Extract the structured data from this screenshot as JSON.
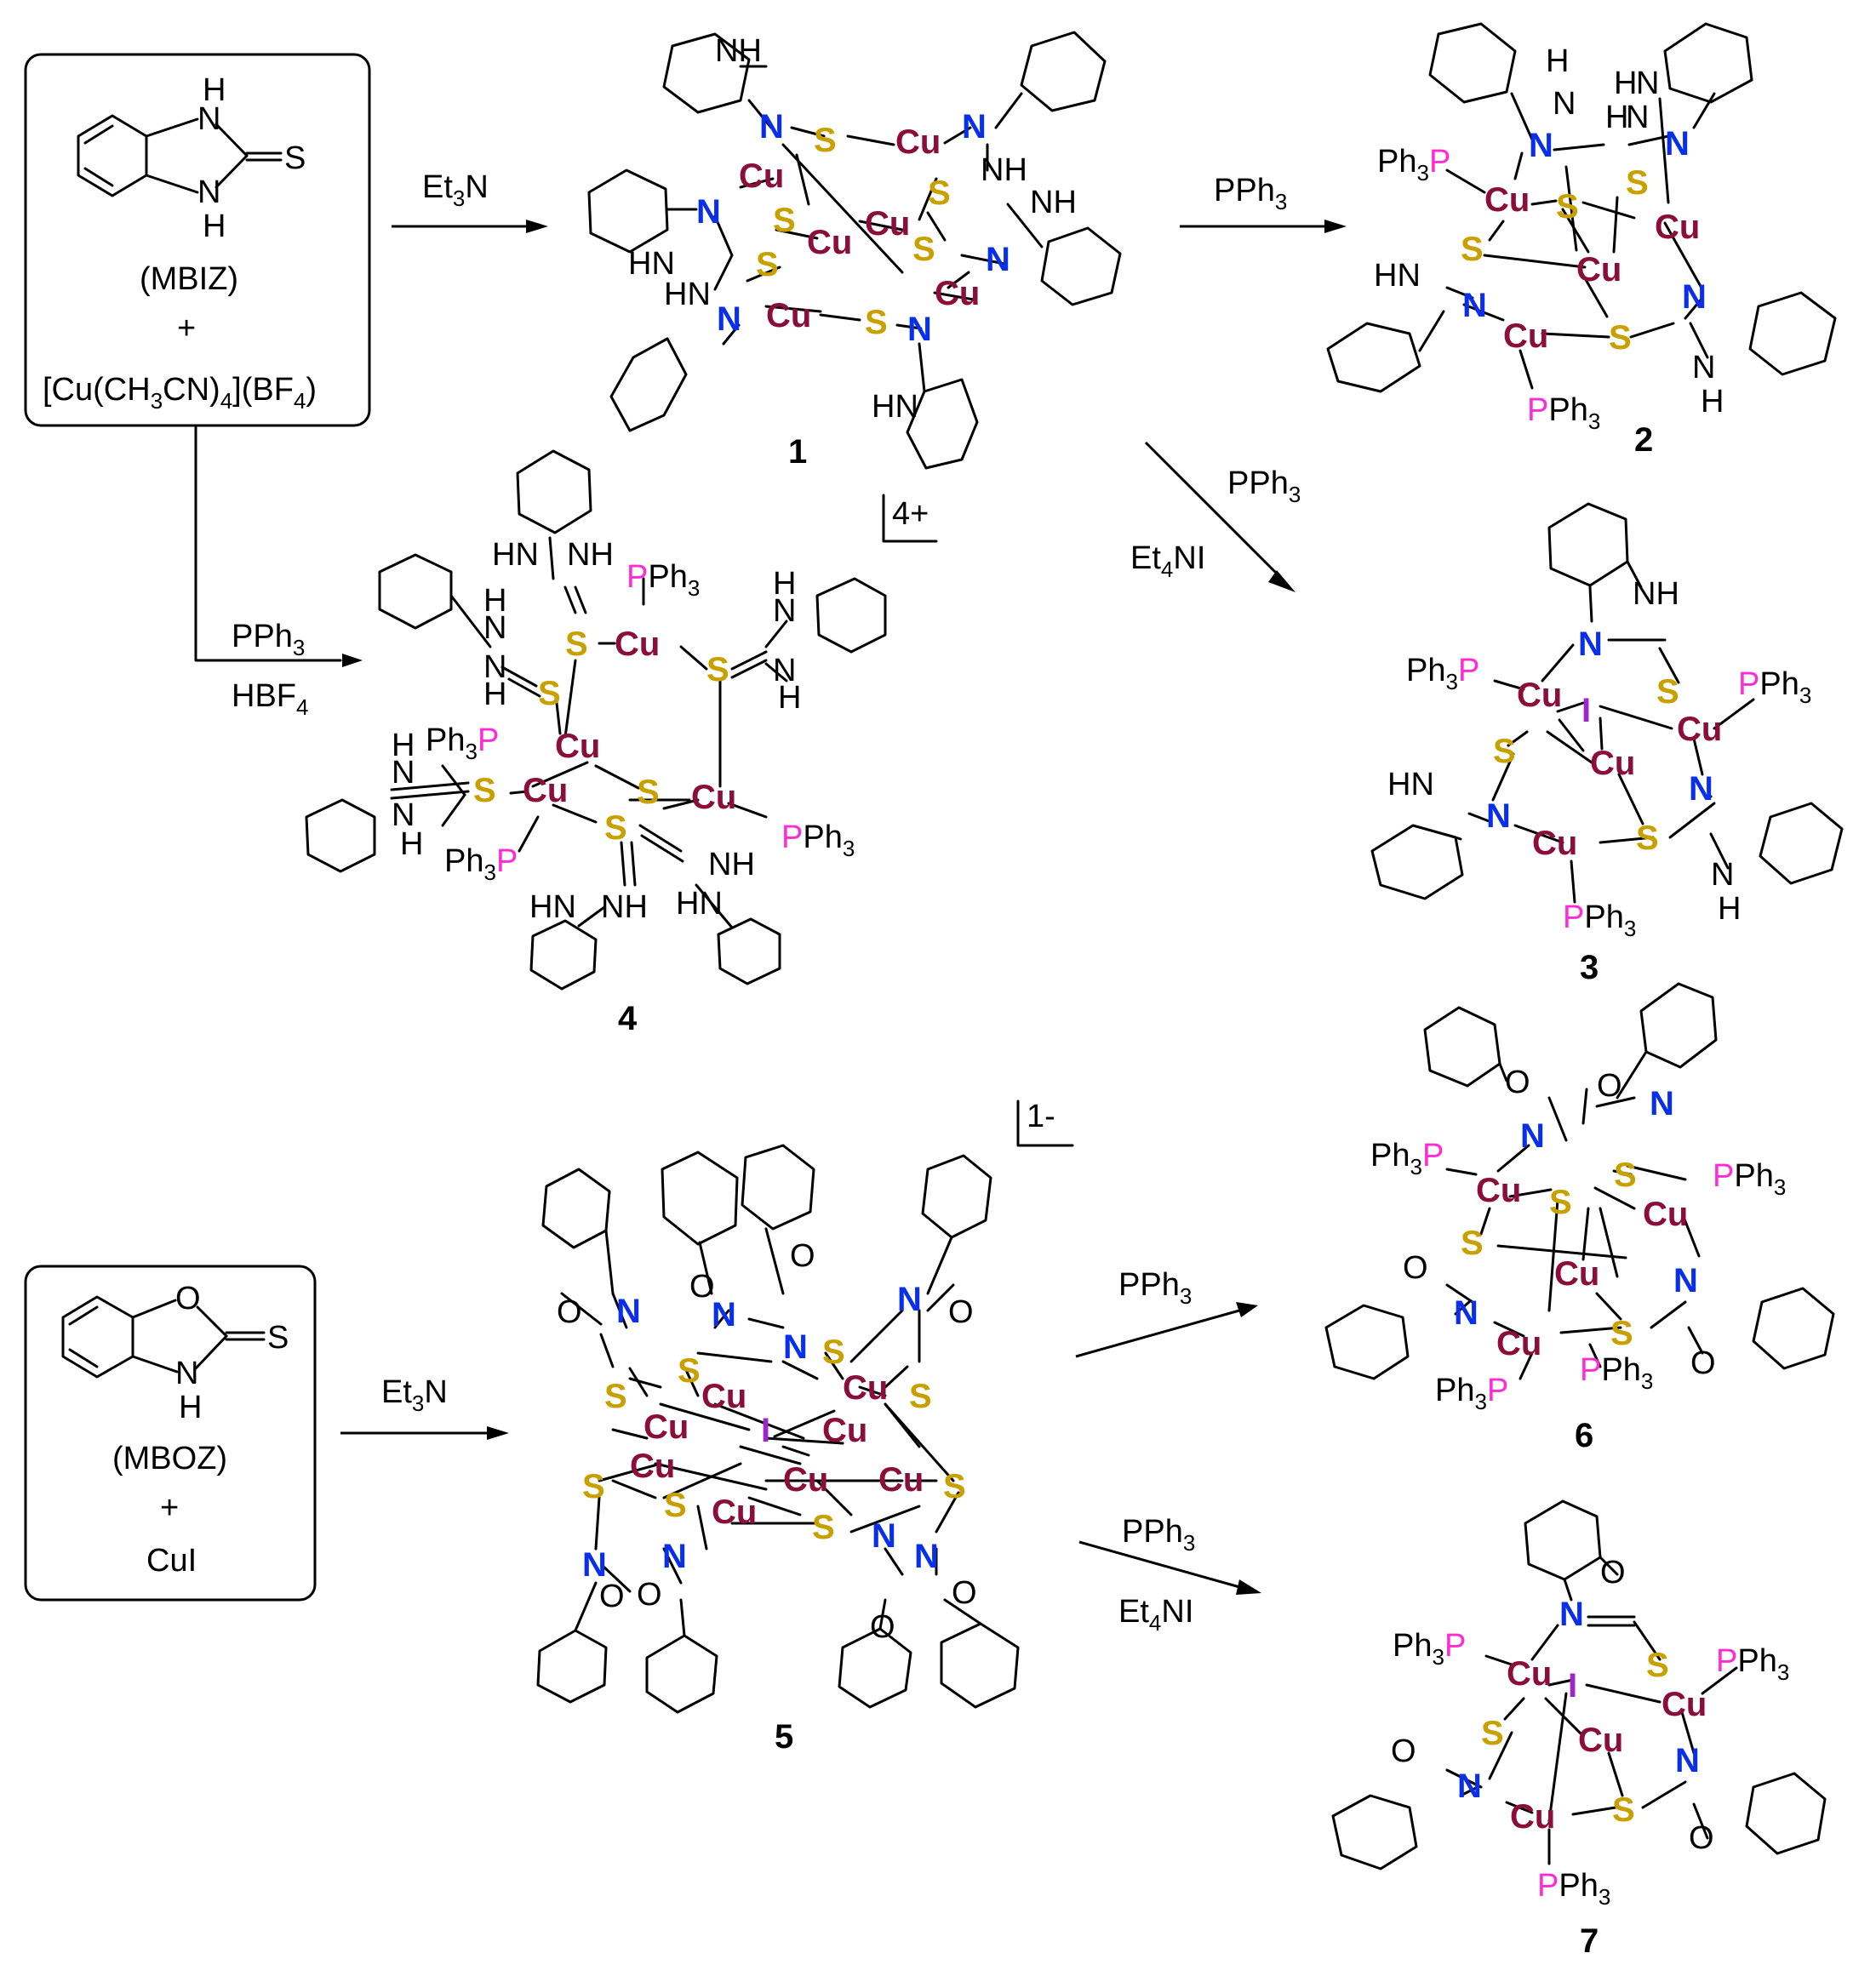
{
  "colors": {
    "cu": "#8b0d3a",
    "s": "#c8a000",
    "n": "#0a2fe8",
    "p": "#ff2bd4",
    "i": "#9b27c9",
    "o": "#000000"
  },
  "reactants": {
    "top": {
      "ligand": "(MBIZ)",
      "plus": "+",
      "salt_main": "[Cu(CH",
      "salt_sub1": "3",
      "salt_mid": "CN)",
      "salt_sub2": "4",
      "salt_end": "](BF",
      "salt_sub3": "4",
      "salt_close": ")",
      "atom_s": "S",
      "atom_h1": "H",
      "atom_h2": "H",
      "atom_n1": "N",
      "atom_n2": "N"
    },
    "bottom": {
      "ligand": "(MBOZ)",
      "plus": "+",
      "salt": "CuI",
      "atom_s": "S",
      "atom_o": "O",
      "atom_n": "N",
      "atom_h": "H"
    }
  },
  "arrows": {
    "a1": {
      "main": "Et",
      "sub": "3",
      "tail": "N"
    },
    "a2": {
      "main": "PPh",
      "sub": "3"
    },
    "a3": {
      "line1": "PPh",
      "line1_sub": "3",
      "line2": "Et",
      "line2_sub": "4",
      "line2_tail": "NI"
    },
    "a4": {
      "line1": "PPh",
      "line1_sub": "3",
      "line2": "HBF",
      "line2_sub": "4"
    },
    "a5": {
      "main": "Et",
      "sub": "3",
      "tail": "N"
    },
    "a6": {
      "main": "PPh",
      "sub": "3"
    },
    "a7": {
      "line1": "PPh",
      "line1_sub": "3",
      "line2": "Et",
      "line2_sub": "4",
      "line2_tail": "NI"
    }
  },
  "compounds": {
    "c1": {
      "number": "1"
    },
    "c2": {
      "number": "2"
    },
    "c3": {
      "number": "3"
    },
    "c4": {
      "number": "4",
      "charge": "4+"
    },
    "c5": {
      "number": "5",
      "charge": "1-"
    },
    "c6": {
      "number": "6"
    },
    "c7": {
      "number": "7"
    }
  },
  "atoms": {
    "cu": "Cu",
    "s": "S",
    "n": "N",
    "i": "I",
    "o": "O",
    "nh": "NH",
    "hn": "HN",
    "h": "H",
    "p": "P",
    "pph3": "PPh",
    "ph3": "Ph",
    "sub3": "3"
  }
}
